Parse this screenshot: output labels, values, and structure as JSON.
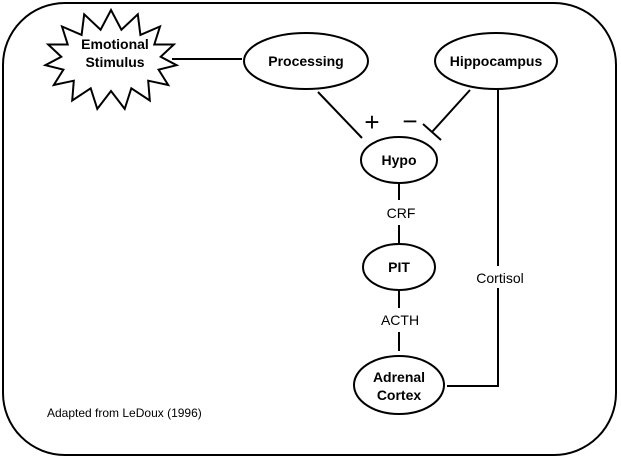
{
  "nodes": {
    "emotional_stimulus": {
      "line1": "Emotional",
      "line2": "Stimulus"
    },
    "processing": "Processing",
    "hippocampus": "Hippocampus",
    "hypo": "Hypo",
    "pit": "PIT",
    "adrenal_cortex": {
      "line1": "Adrenal",
      "line2": "Cortex"
    }
  },
  "edge_labels": {
    "crf": "CRF",
    "acth": "ACTH",
    "cortisol": "Cortisol",
    "excitatory": "+",
    "inhibitory": "−"
  },
  "caption": "Adapted from LeDoux (1996)",
  "colors": {
    "stroke": "#000000",
    "background": "#ffffff"
  }
}
